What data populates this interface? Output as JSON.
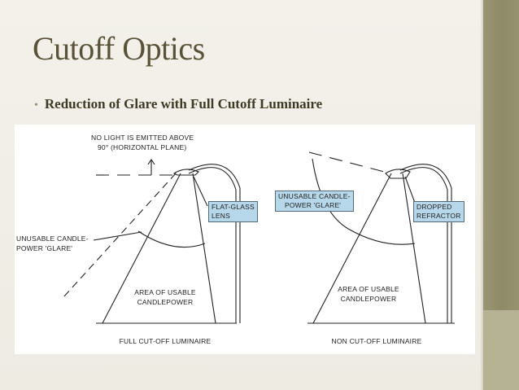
{
  "slide": {
    "title": "Cutoff Optics",
    "bullet": "Reduction of Glare with Full Cutoff Luminaire"
  },
  "diagram": {
    "left": {
      "note_line1": "NO LIGHT IS EMITTED ABOVE",
      "note_line2": "90° (HORIZONTAL PLANE)",
      "lens_line1": "FLAT-GLASS",
      "lens_line2": "LENS",
      "glare_line1": "UNUSABLE CANDLE-",
      "glare_line2": "POWER 'GLARE'",
      "usable_line1": "AREA OF USABLE",
      "usable_line2": "CANDLEPOWER",
      "caption": "FULL CUT-OFF LUMINAIRE"
    },
    "right": {
      "glare_line1": "UNUSABLE CANDLE-",
      "glare_line2": "POWER 'GLARE'",
      "refractor_line1": "DROPPED",
      "refractor_line2": "REFRACTOR",
      "usable_line1": "AREA OF USABLE",
      "usable_line2": "CANDLEPOWER",
      "caption": "NON CUT-OFF LUMINAIRE"
    },
    "colors": {
      "label_box": "#b7d7ea",
      "line": "#222222"
    }
  }
}
